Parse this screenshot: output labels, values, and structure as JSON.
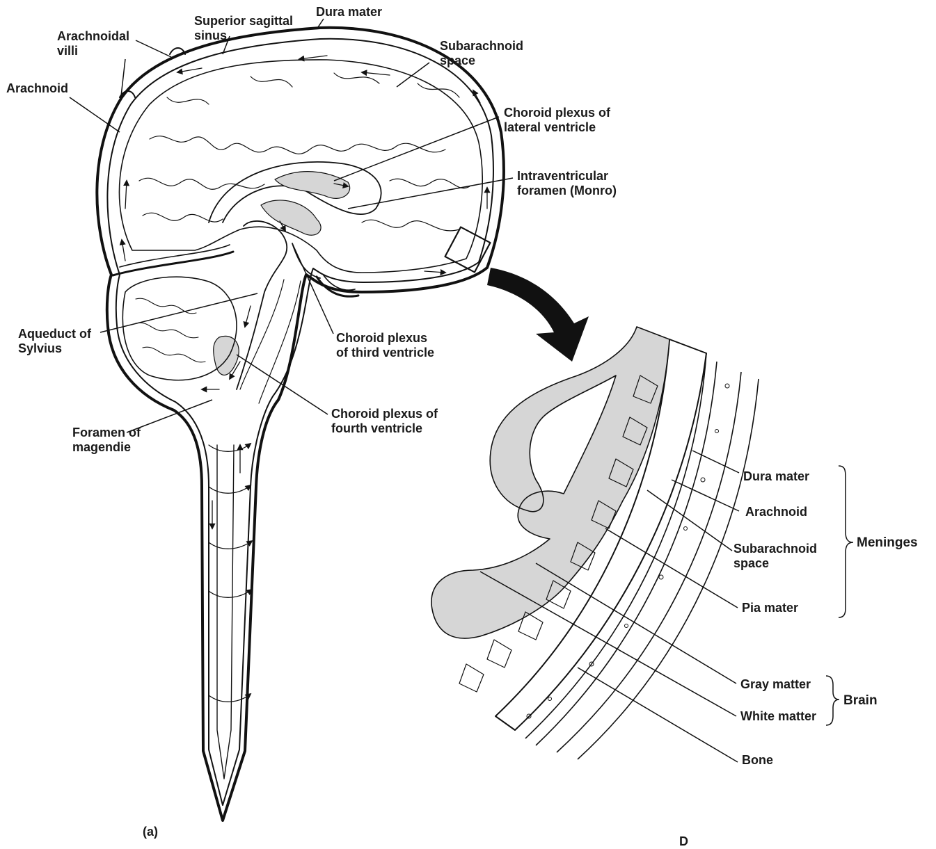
{
  "labels": {
    "superior_sagittal_sinus": [
      "Superior sagittal",
      "sinus"
    ],
    "dura_mater_top": "Dura mater",
    "arachnoidal_villi": [
      "Arachnoidal",
      "villi"
    ],
    "arachnoid_left": "Arachnoid",
    "subarachnoid_space_top": [
      "Subarachnoid",
      "space"
    ],
    "choroid_plexus_lateral": [
      "Choroid plexus of",
      "lateral ventricle"
    ],
    "intraventricular_foramen": [
      "Intraventricular",
      "foramen (Monro)"
    ],
    "aqueduct_of_sylvius": [
      "Aqueduct of",
      "Sylvius"
    ],
    "choroid_plexus_third": [
      "Choroid plexus",
      "of third ventricle"
    ],
    "choroid_plexus_fourth": [
      "Choroid plexus of",
      "fourth ventricle"
    ],
    "foramen_of_magendie": [
      "Foramen of",
      "magendie"
    ],
    "inset_dura_mater": "Dura mater",
    "inset_arachnoid": "Arachnoid",
    "inset_subarachnoid_space": [
      "Subarachnoid",
      "space"
    ],
    "inset_pia_mater": "Pia mater",
    "meninges": "Meninges",
    "gray_matter": "Gray matter",
    "white_matter": "White matter",
    "brain": "Brain",
    "bone": "Bone",
    "panel_a": "(a)",
    "cut_off_bottom": "D"
  }
}
